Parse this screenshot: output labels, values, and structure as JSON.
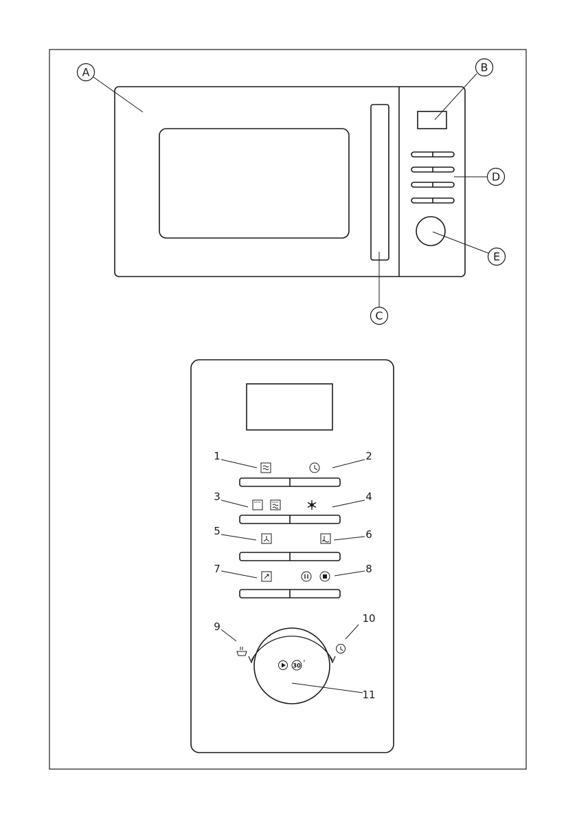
{
  "overview": {
    "callouts": {
      "A": "A",
      "B": "B",
      "C": "C",
      "D": "D",
      "E": "E"
    }
  },
  "control_panel": {
    "numbers": {
      "n1": "1",
      "n2": "2",
      "n3": "3",
      "n4": "4",
      "n5": "5",
      "n6": "6",
      "n7": "7",
      "n8": "8",
      "n9": "9",
      "n10": "10",
      "n11": "11"
    },
    "knob_label": "30",
    "knob_label_sup": "s"
  }
}
